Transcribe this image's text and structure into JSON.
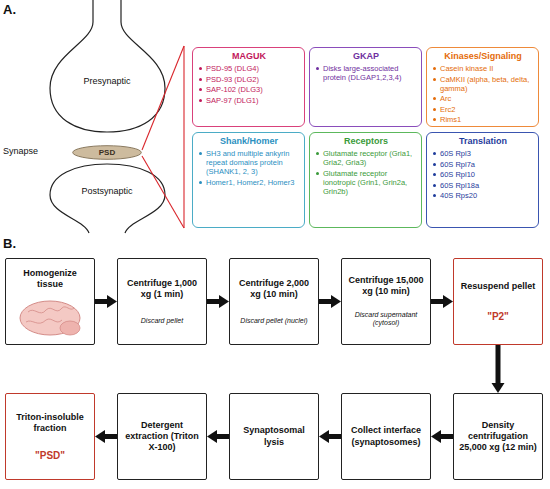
{
  "diagram": {
    "nodes": [
      {
        "text": [
          "PSD"
        ]
      },
      {
        "text": [
          "MAGUK",
          "PSD-95 (DLG4)",
          "PSD-93 (DLG2)",
          "SAP-102 (DLG3)",
          "SAP-97 (DLG1)"
        ]
      },
      {
        "text": [
          "GKAP",
          "Disks large-associated protein (DLGAP1,2,3,4)"
        ]
      },
      {
        "text": [
          "Kinases/Signaling",
          "Casein kinase II",
          "CaMKII (alpha, beta, delta, gamma)",
          "Arc",
          "Erc2",
          "Rims1"
        ]
      },
      {
        "text": [
          "Shank/Homer",
          "SH3 and multiple ankyrin repeat domains protein (SHANK1, 2, 3)",
          "Homer1, Homer2, Homer3"
        ]
      },
      {
        "text": [
          "Receptors",
          "Glutamate receptor (Gria1, Gria2, Gria3)",
          "Glutamate receptor ionotropic (Grin1, Grin2a, Grin2b)"
        ]
      },
      {
        "text": [
          "Translation",
          "60S Rpl3",
          "60S Rpl7a",
          "60S Rpl10",
          "60S Rpl18a",
          "40S Rps20"
        ]
      },
      {
        "text": [
          "Homogenize tissue"
        ]
      },
      {
        "text": [
          "Centrifuge 1,000 xg (1 min)",
          "Discard pellet"
        ]
      },
      {
        "text": [
          "Centrifuge 2,000 xg (10 min)",
          "Discard pellet (nuclei)"
        ]
      },
      {
        "text": [
          "Centrifuge 15,000 xg (10 min)",
          "Discard supernatant (cytosol)"
        ]
      },
      {
        "text": [
          "Resuspend pellet",
          "\"P2\""
        ]
      },
      {
        "text": [
          "Density centrifugation 25,000 xg (12 min)"
        ]
      },
      {
        "text": [
          "Collect interface (synaptosomes)"
        ]
      },
      {
        "text": [
          "Synaptosomal lysis"
        ]
      },
      {
        "text": [
          "Detergent extraction (Triton X-100)"
        ]
      },
      {
        "text": [
          "Triton-insoluble fraction",
          "\"PSD\""
        ]
      }
    ],
    "edges": [
      {
        "from": 7,
        "to": 8,
        "arrow": "to"
      },
      {
        "from": 8,
        "to": 9,
        "arrow": "to"
      },
      {
        "from": 9,
        "to": 10,
        "arrow": "to"
      },
      {
        "from": 10,
        "to": 11,
        "arrow": "to"
      },
      {
        "from": 11,
        "to": 12,
        "arrow": "to"
      },
      {
        "from": 12,
        "to": 13,
        "arrow": "to"
      },
      {
        "from": 13,
        "to": 14,
        "arrow": "to"
      },
      {
        "from": 14,
        "to": 15,
        "arrow": "to"
      },
      {
        "from": 15,
        "to": 16,
        "arrow": "to"
      }
    ],
    "labels": [
      "A.",
      "Presynaptic",
      "Synapse",
      "Postsynaptic",
      "B."
    ]
  }
}
